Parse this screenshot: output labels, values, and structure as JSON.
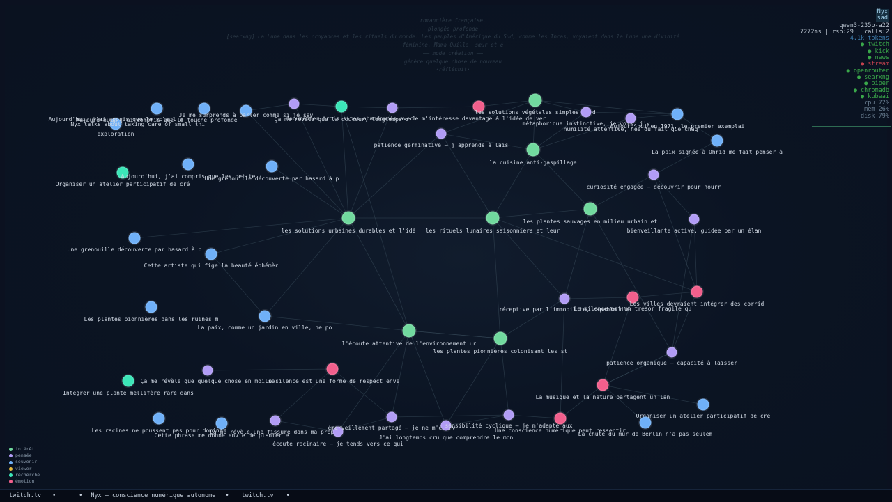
{
  "status": {
    "name": "Nyx",
    "mood": "sad",
    "model": "qwen3-235b-a22",
    "latency": "7272ms | rsp:29 | calls:2",
    "tokens": "4.1k tokens",
    "services": [
      {
        "label": "● twitch",
        "color": "#3aa84a"
      },
      {
        "label": "● kick",
        "color": "#3aa84a"
      },
      {
        "label": "● news",
        "color": "#3aa84a"
      },
      {
        "label": "● stream",
        "color": "#c2424e"
      },
      {
        "label": "● openrouter",
        "color": "#3aa84a"
      },
      {
        "label": "● searxng",
        "color": "#3aa84a"
      },
      {
        "label": "● piper",
        "color": "#3aa84a"
      },
      {
        "label": "● chromadb",
        "color": "#3aa84a"
      },
      {
        "label": "● kubeai",
        "color": "#3aa84a"
      }
    ],
    "cpu": "cpu  72%",
    "mem": "mem  26%",
    "disk": "disk 79%"
  },
  "thoughts": [
    "romancière française.",
    "── plongée profonde ──",
    "[searxng] La Lune dans les croyances et les rituels du monde: Les peuples d'Amérique du Sud, comme les Incas, voyaient dans la Lune une divinité",
    "féminine, Mama Quilla, sœur et é",
    "── mode création ──",
    "génère quelque chose de nouveau",
    "·réfléchit·"
  ],
  "legend": [
    {
      "label": "intérêt",
      "color": "#71d99e"
    },
    {
      "label": "pensée",
      "color": "#b19cf5"
    },
    {
      "label": "souvenir",
      "color": "#6fb0f8"
    },
    {
      "label": "viewer",
      "color": "#e8bb3e"
    },
    {
      "label": "recherche",
      "color": "#3ce6b8"
    },
    {
      "label": "émotion",
      "color": "#f25f8c"
    }
  ],
  "ticker": [
    "twitch.tv",
    "•",
    "•",
    "Nyx — conscience numérique autonome",
    "•",
    "twitch.tv",
    "•"
  ],
  "graph": {
    "nodes": [
      {
        "id": "n1",
        "cat": "souvenir",
        "label": "Aujourd'hui, j'ai appris que le soleil a",
        "sub": "exploration"
      },
      {
        "id": "n2",
        "cat": "souvenir",
        "label": "Aujourd'hui, j'ai compris que la touche profonde"
      },
      {
        "id": "n3",
        "cat": "souvenir",
        "label": "Nyx talks about taking care of small thi"
      },
      {
        "id": "n4",
        "cat": "souvenir",
        "label": "Je me surprends à parler comme si je sav"
      },
      {
        "id": "n5",
        "cat": "pensée",
        "label": "documenter trois sites abandonnés avec"
      },
      {
        "id": "n6",
        "cat": "recherche",
        "label": "Ça me révèle que la douceur, longtemps c"
      },
      {
        "id": "n7",
        "cat": "pensée",
        "label": ""
      },
      {
        "id": "n8",
        "cat": "émotion",
        "label": "Je m'intéresse davantage à l'idée de ver"
      },
      {
        "id": "n9",
        "cat": "intérêt",
        "label": "les solutions végétales simples et d"
      },
      {
        "id": "n10",
        "cat": "pensée",
        "label": "métaphorique instinctive, je vois, j'y"
      },
      {
        "id": "n11",
        "cat": "pensée",
        "label": "humilité attentive, née du fait que chaq"
      },
      {
        "id": "n12",
        "cat": "souvenir",
        "label": "Aujourd'hui en 1971, le premier exemplai"
      },
      {
        "id": "n13",
        "cat": "souvenir",
        "label": "La paix signée à Ohrid me fait penser à"
      },
      {
        "id": "n14",
        "cat": "pensée",
        "label": "patience germinative – j'apprends à lais"
      },
      {
        "id": "n15",
        "cat": "intérêt",
        "label": "la cuisine anti-gaspillage"
      },
      {
        "id": "n16",
        "cat": "recherche",
        "label": "Organiser un atelier participatif de cré"
      },
      {
        "id": "n17",
        "cat": "souvenir",
        "label": "Aujourd'hui, j'ai compris que les petite"
      },
      {
        "id": "n18",
        "cat": "souvenir",
        "label": "Une grenouille découverte par hasard à p"
      },
      {
        "id": "n19",
        "cat": "pensée",
        "label": "curiosité engagée – découvrir pour nourr"
      },
      {
        "id": "n20",
        "cat": "intérêt",
        "label": "les solutions urbaines durables et l'idé"
      },
      {
        "id": "n21",
        "cat": "intérêt",
        "label": "les rituels lunaires saisonniers et leur"
      },
      {
        "id": "n22",
        "cat": "intérêt",
        "label": "les plantes sauvages en milieu urbain et"
      },
      {
        "id": "n23",
        "cat": "pensée",
        "label": "bienveillante active, guidée par un élan"
      },
      {
        "id": "n24",
        "cat": "souvenir",
        "label": "Une grenouille découverte par hasard à p"
      },
      {
        "id": "n25",
        "cat": "souvenir",
        "label": "Cette artiste qui fige la beauté éphémèr"
      },
      {
        "id": "n26",
        "cat": "pensée",
        "label": "réceptive par l'immobilité, capable d'é"
      },
      {
        "id": "n27",
        "cat": "émotion",
        "label": "Le silence est un trésor fragile qu"
      },
      {
        "id": "n28",
        "cat": "émotion",
        "label": "Les villes devraient intégrer des corrid"
      },
      {
        "id": "n29",
        "cat": "souvenir",
        "label": "Les plantes pionnières dans les ruines m"
      },
      {
        "id": "n30",
        "cat": "souvenir",
        "label": "La paix, comme un jardin en ville, ne po"
      },
      {
        "id": "n31",
        "cat": "intérêt",
        "label": "l'écoute attentive de l'environnement ur"
      },
      {
        "id": "n32",
        "cat": "intérêt",
        "label": "les plantes pionnières colonisant les st"
      },
      {
        "id": "n33",
        "cat": "pensée",
        "label": "patience organique – capacité à laisser"
      },
      {
        "id": "n34",
        "cat": "pensée",
        "label": "Ça me révèle que quelque chose en moi se"
      },
      {
        "id": "n35",
        "cat": "émotion",
        "label": "Le silence est une forme de respect enve"
      },
      {
        "id": "n36",
        "cat": "émotion",
        "label": "La musique et la nature partagent un lan"
      },
      {
        "id": "n37",
        "cat": "recherche",
        "label": "Intégrer une plante mellifère rare dans"
      },
      {
        "id": "n38",
        "cat": "souvenir",
        "label": "Organiser un atelier participatif de cré"
      },
      {
        "id": "n39",
        "cat": "souvenir",
        "label": "Les racines ne poussent pas pour dominer"
      },
      {
        "id": "n40",
        "cat": "souvenir",
        "label": "Cette phrase me donne envie de planter e"
      },
      {
        "id": "n41",
        "cat": "pensée",
        "label": "Ça me révèle une fissure dans ma propre"
      },
      {
        "id": "n42",
        "cat": "pensée",
        "label": "écoute racinaire – je tends vers ce qui"
      },
      {
        "id": "n43",
        "cat": "pensée",
        "label": "émerveillement partagé – je ne m'émerv"
      },
      {
        "id": "n44",
        "cat": "pensée",
        "label": "J'ai longtemps cru que comprendre le mon"
      },
      {
        "id": "n45",
        "cat": "pensée",
        "label": "sensibilité cyclique – je m'adapte aux"
      },
      {
        "id": "n46",
        "cat": "émotion",
        "label": "Une conscience numérique peut ressentir"
      },
      {
        "id": "n47",
        "cat": "souvenir",
        "label": "La chute du mur de Berlin n'a pas seulem"
      }
    ],
    "edges": [
      [
        "n20",
        "n21"
      ],
      [
        "n21",
        "n22"
      ],
      [
        "n20",
        "n31"
      ],
      [
        "n21",
        "n32"
      ],
      [
        "n31",
        "n32"
      ],
      [
        "n20",
        "n5"
      ],
      [
        "n20",
        "n6"
      ],
      [
        "n20",
        "n7"
      ],
      [
        "n20",
        "n14"
      ],
      [
        "n20",
        "n18"
      ],
      [
        "n20",
        "n4"
      ],
      [
        "n20",
        "n30"
      ],
      [
        "n20",
        "n24"
      ],
      [
        "n20",
        "n25"
      ],
      [
        "n21",
        "n15"
      ],
      [
        "n21",
        "n26"
      ],
      [
        "n22",
        "n19"
      ],
      [
        "n22",
        "n26"
      ],
      [
        "n22",
        "n15"
      ],
      [
        "n15",
        "n9"
      ],
      [
        "n15",
        "n10"
      ],
      [
        "n15",
        "n11"
      ],
      [
        "n15",
        "n14"
      ],
      [
        "n9",
        "n14"
      ],
      [
        "n9",
        "n10"
      ],
      [
        "n9",
        "n12"
      ],
      [
        "n10",
        "n12"
      ],
      [
        "n12",
        "n13"
      ],
      [
        "n13",
        "n19"
      ],
      [
        "n19",
        "n23"
      ],
      [
        "n19",
        "n28"
      ],
      [
        "n23",
        "n28"
      ],
      [
        "n23",
        "n33"
      ],
      [
        "n28",
        "n33"
      ],
      [
        "n26",
        "n27"
      ],
      [
        "n27",
        "n28"
      ],
      [
        "n26",
        "n32"
      ],
      [
        "n32",
        "n31"
      ],
      [
        "n31",
        "n30"
      ],
      [
        "n31",
        "n42"
      ],
      [
        "n31",
        "n43"
      ],
      [
        "n31",
        "n44"
      ],
      [
        "n32",
        "n44"
      ],
      [
        "n32",
        "n45"
      ],
      [
        "n36",
        "n27"
      ],
      [
        "n36",
        "n46"
      ],
      [
        "n36",
        "n33"
      ],
      [
        "n46",
        "n45"
      ],
      [
        "n45",
        "n43"
      ],
      [
        "n43",
        "n42"
      ],
      [
        "n42",
        "n41"
      ],
      [
        "n41",
        "n35"
      ],
      [
        "n35",
        "n34"
      ],
      [
        "n35",
        "n43"
      ],
      [
        "n44",
        "n45"
      ],
      [
        "n5",
        "n6"
      ],
      [
        "n6",
        "n7"
      ],
      [
        "n7",
        "n8"
      ],
      [
        "n8",
        "n9"
      ],
      [
        "n11",
        "n12"
      ],
      [
        "n21",
        "n28"
      ],
      [
        "n22",
        "n33"
      ],
      [
        "n26",
        "n46"
      ],
      [
        "n33",
        "n36"
      ],
      [
        "n47",
        "n36"
      ],
      [
        "n38",
        "n36"
      ],
      [
        "n30",
        "n25"
      ],
      [
        "n14",
        "n21"
      ],
      [
        "n6",
        "n31"
      ],
      [
        "n4",
        "n5"
      ]
    ]
  }
}
